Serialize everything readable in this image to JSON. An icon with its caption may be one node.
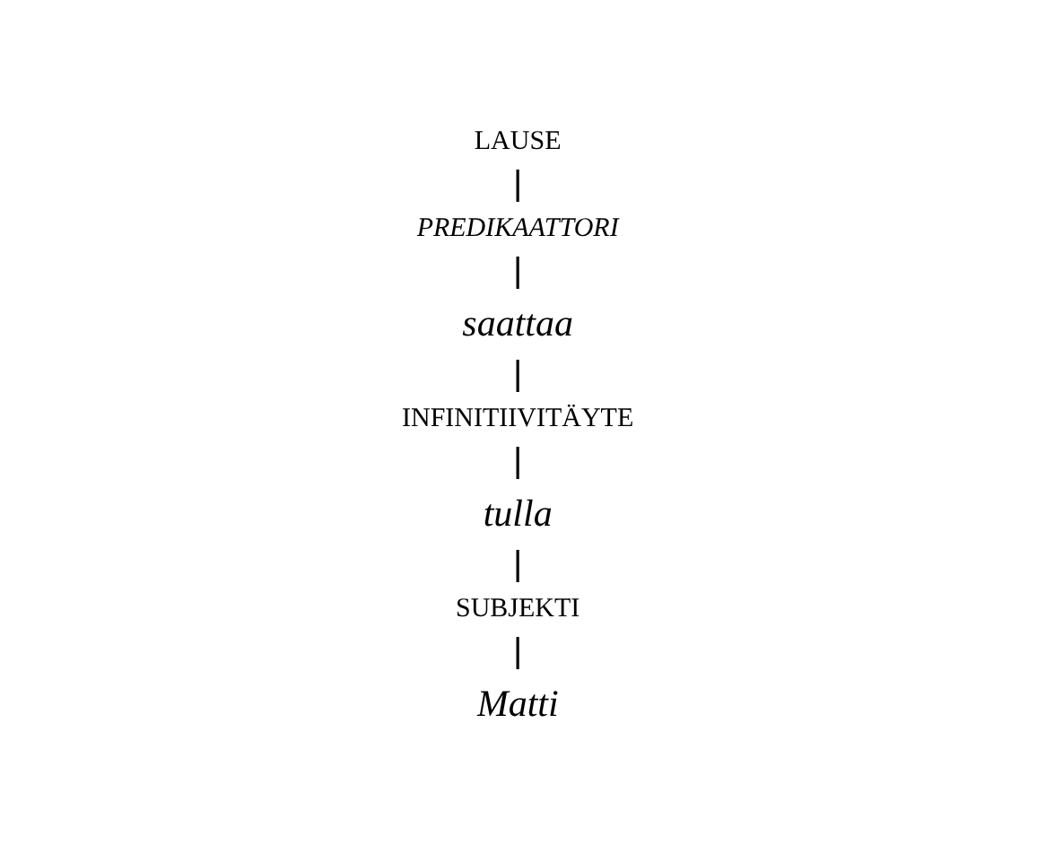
{
  "diagram": {
    "nodes": [
      {
        "text": [
          "LAUSE"
        ]
      },
      {
        "text": [
          "PREDIKAATTORI"
        ]
      },
      {
        "text": [
          "saattaa"
        ]
      },
      {
        "text": [
          "INFINITIIVITÄYTE"
        ]
      },
      {
        "text": [
          "tulla"
        ]
      },
      {
        "text": [
          "SUBJEKTI"
        ]
      },
      {
        "text": [
          "Matti"
        ]
      }
    ],
    "edges": [
      {
        "from": 0,
        "to": 1,
        "arrow": "none"
      },
      {
        "from": 1,
        "to": 2,
        "arrow": "none"
      },
      {
        "from": 2,
        "to": 3,
        "arrow": "none"
      },
      {
        "from": 3,
        "to": 4,
        "arrow": "none"
      },
      {
        "from": 4,
        "to": 5,
        "arrow": "none"
      },
      {
        "from": 5,
        "to": 6,
        "arrow": "none"
      }
    ]
  }
}
